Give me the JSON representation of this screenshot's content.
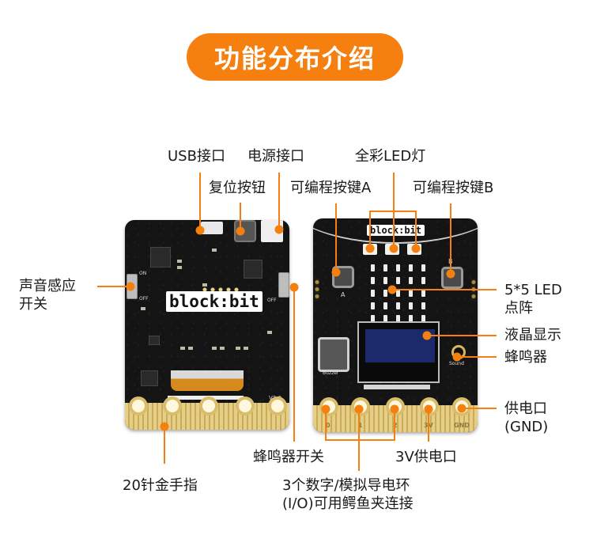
{
  "title": "功能分布介绍",
  "colors": {
    "accent": "#f57f0f",
    "board": "#141414",
    "gold": "#e5cf86",
    "oled": "#1c2a6b"
  },
  "front_board": {
    "logo": "block:bit",
    "version": "V2.0",
    "switch_on": "ON",
    "switch_off": "OFF"
  },
  "back_board": {
    "logo": "block:bit",
    "button_a": "A",
    "button_b": "B",
    "buzzer_text": "Buzzer",
    "sound_text": "Sound",
    "pads": [
      "0",
      "1",
      "2",
      "3V",
      "GND"
    ]
  },
  "labels": {
    "usb": "USB接口",
    "power_port": "电源接口",
    "reset": "复位按钮",
    "rgb_led": "全彩LED灯",
    "button_a": "可编程按键A",
    "button_b": "可编程按键B",
    "sound_switch_line1": "声音感应",
    "sound_switch_line2": "开关",
    "led_matrix_line1": "5*5 LED",
    "led_matrix_line2": "点阵",
    "lcd": "液晶显示",
    "buzzer": "蜂鸣器",
    "gnd_line1": "供电口",
    "gnd_line2": "(GND)",
    "gold_finger": "20针金手指",
    "buzzer_switch": "蜂鸣器开关",
    "power_3v": "3V供电口",
    "io_line1": "3个数字/模拟导电环",
    "io_line2": "(I/O)可用鳄鱼夹连接"
  }
}
